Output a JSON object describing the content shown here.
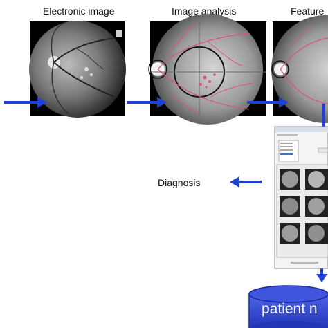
{
  "steps": [
    {
      "label": "Electronic image"
    },
    {
      "label": "Image analysis"
    },
    {
      "label": "Feature"
    }
  ],
  "diagnosis": {
    "label": "Diagnosis"
  },
  "database": {
    "label": "patient n"
  },
  "colors": {
    "arrow": "#1f3fd6",
    "database": "#2b3fc9",
    "vessel_overlay": "#e0507a",
    "ring": "#111111"
  },
  "icons": [
    "retina-fundus-icon",
    "analysis-overlay-icon",
    "software-window-icon",
    "database-cylinder-icon",
    "arrow-icon"
  ]
}
